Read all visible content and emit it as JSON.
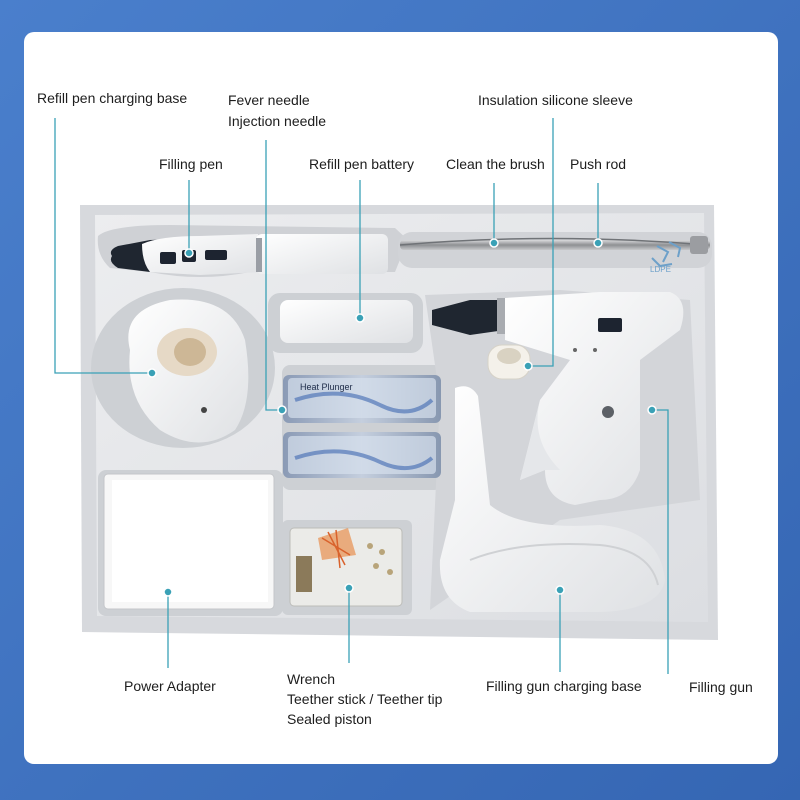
{
  "labels": {
    "refill_pen_charging_base": "Refill pen charging base",
    "fever_needle": "Fever needle",
    "injection_needle": "Injection needle",
    "insulation_silicone_sleeve": "Insulation silicone sleeve",
    "filling_pen": "Filling pen",
    "refill_pen_battery": "Refill pen battery",
    "clean_the_brush": "Clean the brush",
    "push_rod": "Push rod",
    "power_adapter": "Power Adapter",
    "wrench": "Wrench",
    "teether_stick": "Teether stick / Teether tip",
    "sealed_piston": "Sealed piston",
    "filling_gun_charging_base": "Filling gun charging base",
    "filling_gun": "Filling gun"
  },
  "box_print": {
    "heat_plunger": "Heat Plunger",
    "recycle_mark": "LDPE"
  },
  "colors": {
    "background": "#3d73c2",
    "card": "#ffffff",
    "leader_line": "#3aa1b6"
  }
}
